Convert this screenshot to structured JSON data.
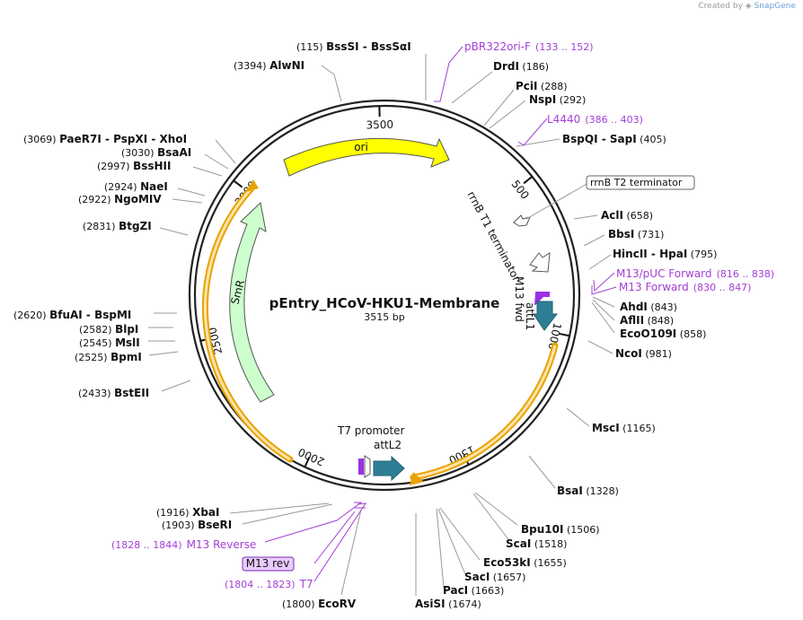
{
  "credit": {
    "created_by": "Created by",
    "brand": "SnapGene"
  },
  "plasmid": {
    "name": "pEntry_HCoV-HKU1-Membrane",
    "length": "3515 bp",
    "total_bp": 3515
  },
  "ticks": [
    {
      "bp": 500,
      "label": "500"
    },
    {
      "bp": 1000,
      "label": "1000"
    },
    {
      "bp": 1500,
      "label": "1500"
    },
    {
      "bp": 2000,
      "label": "2000"
    },
    {
      "bp": 2500,
      "label": "2500"
    },
    {
      "bp": 3000,
      "label": "3000"
    },
    {
      "bp": 3500,
      "label": "3500"
    }
  ],
  "features": [
    {
      "name": "ori",
      "color": "#ffff00"
    },
    {
      "name": "SmR",
      "color": "#ccffcc"
    },
    {
      "name": "rrnB T1 terminator",
      "color": "#ffffff"
    },
    {
      "name": "rrnB T2 terminator",
      "color": "#ffffff"
    },
    {
      "name": "attL1",
      "color": "#2e7f96"
    },
    {
      "name": "attL2",
      "color": "#2e7f96"
    },
    {
      "name": "M13 fwd",
      "color": "#9b30e0"
    },
    {
      "name": "T7 promoter",
      "color": "#ffffff"
    },
    {
      "name": "M13 rev",
      "color": "#9b30e0"
    }
  ],
  "sites": [
    {
      "pos": "(115)",
      "name": "BssSI",
      "name2": "BssSαI"
    },
    {
      "pos": "(3394)",
      "name": "AlwNI"
    },
    {
      "pos": "(186)",
      "name": "DrdI"
    },
    {
      "pos": "(288)",
      "name": "PciI"
    },
    {
      "pos": "(292)",
      "name": "NspI"
    },
    {
      "pos": "(405)",
      "name": "BspQI",
      "name2": "SapI"
    },
    {
      "pos": "(3069)",
      "name": "PaeR7I",
      "name2": "PspXI",
      "name3": "XhoI"
    },
    {
      "pos": "(3030)",
      "name": "BsaAI"
    },
    {
      "pos": "(2997)",
      "name": "BssHII"
    },
    {
      "pos": "(2924)",
      "name": "NaeI"
    },
    {
      "pos": "(2922)",
      "name": "NgoMIV"
    },
    {
      "pos": "(2831)",
      "name": "BtgZI"
    },
    {
      "pos": "(658)",
      "name": "AclI"
    },
    {
      "pos": "(731)",
      "name": "BbsI"
    },
    {
      "pos": "(795)",
      "name": "HincII",
      "name2": "HpaI"
    },
    {
      "pos": "(843)",
      "name": "AhdI"
    },
    {
      "pos": "(848)",
      "name": "AflII"
    },
    {
      "pos": "(858)",
      "name": "EcoO109I"
    },
    {
      "pos": "(981)",
      "name": "NcoI"
    },
    {
      "pos": "(2620)",
      "name": "BfuAI",
      "name2": "BspMI"
    },
    {
      "pos": "(2582)",
      "name": "BlpI"
    },
    {
      "pos": "(2545)",
      "name": "MslI"
    },
    {
      "pos": "(2525)",
      "name": "BpmI"
    },
    {
      "pos": "(2433)",
      "name": "BstEII"
    },
    {
      "pos": "(1165)",
      "name": "MscI"
    },
    {
      "pos": "(1328)",
      "name": "BsaI"
    },
    {
      "pos": "(1506)",
      "name": "Bpu10I"
    },
    {
      "pos": "(1518)",
      "name": "ScaI"
    },
    {
      "pos": "(1655)",
      "name": "Eco53kI"
    },
    {
      "pos": "(1657)",
      "name": "SacI"
    },
    {
      "pos": "(1663)",
      "name": "PacI"
    },
    {
      "pos": "(1674)",
      "name": "AsiSI"
    },
    {
      "pos": "(1916)",
      "name": "XbaI"
    },
    {
      "pos": "(1903)",
      "name": "BseRI"
    },
    {
      "pos": "(1800)",
      "name": "EcoRV"
    }
  ],
  "primers": [
    {
      "name": "pBR322ori-F",
      "range": "(133 .. 152)"
    },
    {
      "name": "L4440",
      "range": "(386 .. 403)"
    },
    {
      "name": "M13/pUC Forward",
      "range": "(816 .. 838)"
    },
    {
      "name": "M13 Forward",
      "range": "(830 .. 847)"
    },
    {
      "name": "M13 Reverse",
      "range": "(1828 .. 1844)"
    },
    {
      "name": "T7",
      "range": "(1804 .. 1823)"
    }
  ]
}
